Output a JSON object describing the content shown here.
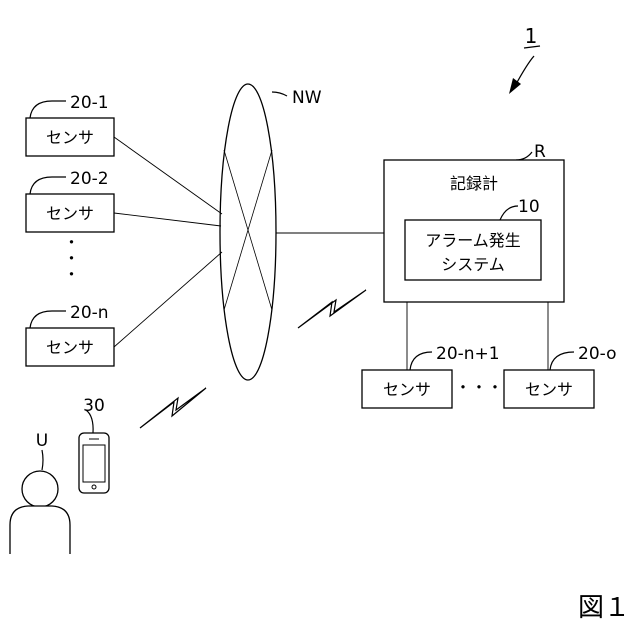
{
  "system": {
    "label": "1"
  },
  "network": {
    "label": "NW"
  },
  "sensors_left": [
    {
      "ref": "20-1",
      "text": "センサ"
    },
    {
      "ref": "20-2",
      "text": "センサ"
    },
    {
      "ref": "20-n",
      "text": "センサ"
    }
  ],
  "vertical_ellipsis": "・・・",
  "recorder": {
    "ref": "R",
    "title": "記録計",
    "alarm_system": {
      "ref": "10",
      "line1": "アラーム発生",
      "line2": "システム"
    }
  },
  "sensors_bottom": [
    {
      "ref": "20-n+1",
      "text": "センサ"
    },
    {
      "ref": "20-o",
      "text": "センサ"
    }
  ],
  "horizontal_ellipsis": "・・・",
  "user": {
    "ref": "U"
  },
  "terminal": {
    "ref": "30"
  },
  "figure_label": "図１"
}
